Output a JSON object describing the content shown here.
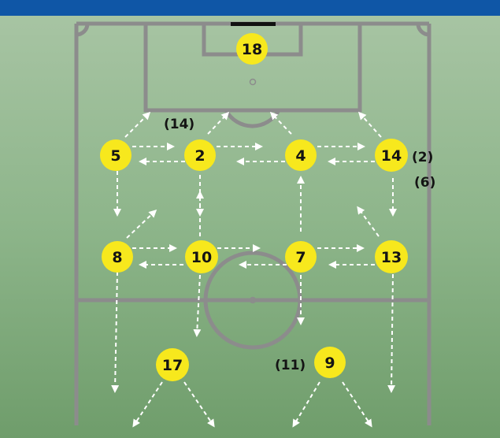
{
  "colors": {
    "header": "#0f56a6",
    "grass_light": "#a7c4a3",
    "grass_mid": "#8db58a",
    "grass_dark": "#6f9d6b",
    "pitch_lines": "#8c8c8c",
    "player_fill": "#f7e81d",
    "arrow": "#ffffff",
    "goal_bar": "#111111"
  },
  "players": [
    {
      "id": "gk",
      "number": "18"
    },
    {
      "id": "lb",
      "number": "5"
    },
    {
      "id": "lcb",
      "number": "2"
    },
    {
      "id": "rcb",
      "number": "4"
    },
    {
      "id": "rb",
      "number": "14"
    },
    {
      "id": "lm",
      "number": "8"
    },
    {
      "id": "lcm",
      "number": "10"
    },
    {
      "id": "rcm",
      "number": "7"
    },
    {
      "id": "rm",
      "number": "13"
    },
    {
      "id": "lfw",
      "number": "17"
    },
    {
      "id": "rfw",
      "number": "9"
    }
  ],
  "annotations": {
    "sub_14": "(14)",
    "sub_2": "(2)",
    "sub_6": "(6)",
    "sub_11": "(11)"
  }
}
